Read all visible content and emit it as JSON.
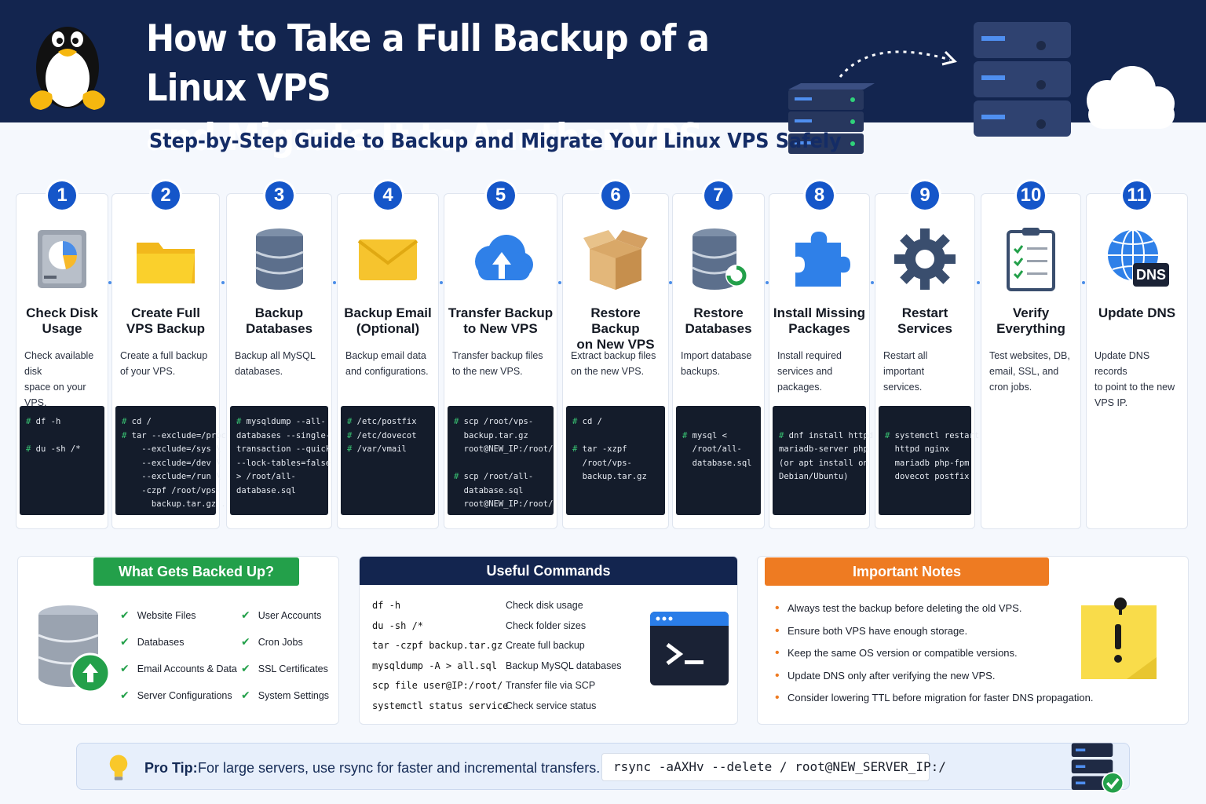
{
  "header": {
    "title_line1": "How to Take a Full Backup of a Linux VPS",
    "title_line2": "and Migrate It to Another VPS",
    "subtitle": "Step-by-Step Guide to Backup and Migrate Your Linux VPS Safely"
  },
  "colors": {
    "banner": "#13254f",
    "step_badge": "#1556c9",
    "green_head": "#23a04a",
    "navy_head": "#13254f",
    "orange_head": "#ee7b22"
  },
  "steps": [
    {
      "num": "1",
      "title_l1": "Check Disk",
      "title_l2": "Usage",
      "desc_l1": "Check available disk",
      "desc_l2": "space on your VPS.",
      "desc_l3": "",
      "icon": "hard-drive-icon",
      "code": [
        "# df -h",
        "",
        "# du -sh /*"
      ]
    },
    {
      "num": "2",
      "title_l1": "Create Full",
      "title_l2": "VPS Backup",
      "desc_l1": "Create a full backup",
      "desc_l2": "of your VPS.",
      "desc_l3": "",
      "icon": "folder-icon",
      "code": [
        "# cd /",
        "# tar --exclude=/proc \\",
        "    --exclude=/sys \\",
        "    --exclude=/dev \\",
        "    --exclude=/run \\",
        "    -czpf /root/vps-",
        "      backup.tar.gz ."
      ]
    },
    {
      "num": "3",
      "title_l1": "Backup",
      "title_l2": "Databases",
      "desc_l1": "Backup all MySQL",
      "desc_l2": "databases.",
      "desc_l3": "",
      "icon": "database-icon",
      "code": [
        "# mysqldump --all-",
        "databases --single-",
        "transaction --quick",
        "--lock-tables=false",
        "> /root/all-",
        "database.sql"
      ]
    },
    {
      "num": "4",
      "title_l1": "Backup Email",
      "title_l2": "(Optional)",
      "desc_l1": "Backup email data",
      "desc_l2": "and configurations.",
      "desc_l3": "",
      "icon": "envelope-icon",
      "code": [
        "# /etc/postfix",
        "# /etc/dovecot",
        "# /var/vmail"
      ]
    },
    {
      "num": "5",
      "title_l1": "Transfer Backup",
      "title_l2": "to New VPS",
      "desc_l1": "Transfer backup files",
      "desc_l2": "to the new VPS.",
      "desc_l3": "",
      "icon": "cloud-upload-icon",
      "code": [
        "# scp /root/vps-",
        "  backup.tar.gz",
        "  root@NEW_IP:/root/",
        "",
        "# scp /root/all-",
        "  database.sql",
        "  root@NEW_IP:/root/"
      ]
    },
    {
      "num": "6",
      "title_l1": "Restore Backup",
      "title_l2": "on New VPS",
      "desc_l1": "Extract backup files",
      "desc_l2": "on the new VPS.",
      "desc_l3": "",
      "icon": "box-icon",
      "code": [
        "# cd /",
        "",
        "# tar -xzpf",
        "  /root/vps-",
        "  backup.tar.gz"
      ]
    },
    {
      "num": "7",
      "title_l1": "Restore",
      "title_l2": "Databases",
      "desc_l1": "Import database",
      "desc_l2": "backups.",
      "desc_l3": "",
      "icon": "database-restore-icon",
      "code": [
        "",
        "# mysql <",
        "  /root/all-",
        "  database.sql"
      ]
    },
    {
      "num": "8",
      "title_l1": "Install Missing",
      "title_l2": "Packages",
      "desc_l1": "Install required",
      "desc_l2": "services and",
      "desc_l3": "packages.",
      "icon": "puzzle-icon",
      "code": [
        "",
        "# dnf install httpd",
        "mariadb-server php",
        "(or apt install on",
        "Debian/Ubuntu)"
      ]
    },
    {
      "num": "9",
      "title_l1": "Restart",
      "title_l2": "Services",
      "desc_l1": "Restart all important",
      "desc_l2": "services.",
      "desc_l3": "",
      "icon": "gear-icon",
      "code": [
        "",
        "# systemctl restart",
        "  httpd nginx",
        "  mariadb php-fpm",
        "  dovecot postfix"
      ]
    },
    {
      "num": "10",
      "title_l1": "Verify",
      "title_l2": "Everything",
      "desc_l1": "Test websites, DB,",
      "desc_l2": "email, SSL, and",
      "desc_l3": "cron jobs.",
      "icon": "checklist-icon",
      "code": []
    },
    {
      "num": "11",
      "title_l1": "Update DNS",
      "title_l2": "",
      "desc_l1": "Update DNS records",
      "desc_l2": "to point to the new",
      "desc_l3": "VPS IP.",
      "icon": "globe-dns-icon",
      "code": []
    }
  ],
  "backed_up": {
    "title": "What Gets Backed Up?",
    "left": [
      "Website Files",
      "Databases",
      "Email Accounts & Data",
      "Server Configurations"
    ],
    "right": [
      "User Accounts",
      "Cron Jobs",
      "SSL Certificates",
      "System Settings"
    ]
  },
  "commands": {
    "title": "Useful Commands",
    "rows": [
      {
        "cmd": "df -h",
        "desc": "Check disk usage"
      },
      {
        "cmd": "du -sh /*",
        "desc": "Check folder sizes"
      },
      {
        "cmd": "tar -czpf backup.tar.gz .",
        "desc": "Create full backup"
      },
      {
        "cmd": "mysqldump -A > all.sql",
        "desc": "Backup MySQL databases"
      },
      {
        "cmd": "scp file user@IP:/root/",
        "desc": "Transfer file via SCP"
      },
      {
        "cmd": "systemctl status service",
        "desc": "Check service status"
      }
    ]
  },
  "notes": {
    "title": "Important Notes",
    "items": [
      "Always test the backup before deleting the old VPS.",
      "Ensure both VPS have enough storage.",
      "Keep the same OS version or compatible versions.",
      "Update DNS only after verifying the new VPS.",
      "Consider lowering TTL before migration for faster DNS propagation."
    ]
  },
  "pro_tip": {
    "label": "Pro Tip:",
    "text": "For large servers, use rsync for faster and incremental transfers.",
    "command": "rsync -aAXHv --delete / root@NEW_SERVER_IP:/"
  }
}
